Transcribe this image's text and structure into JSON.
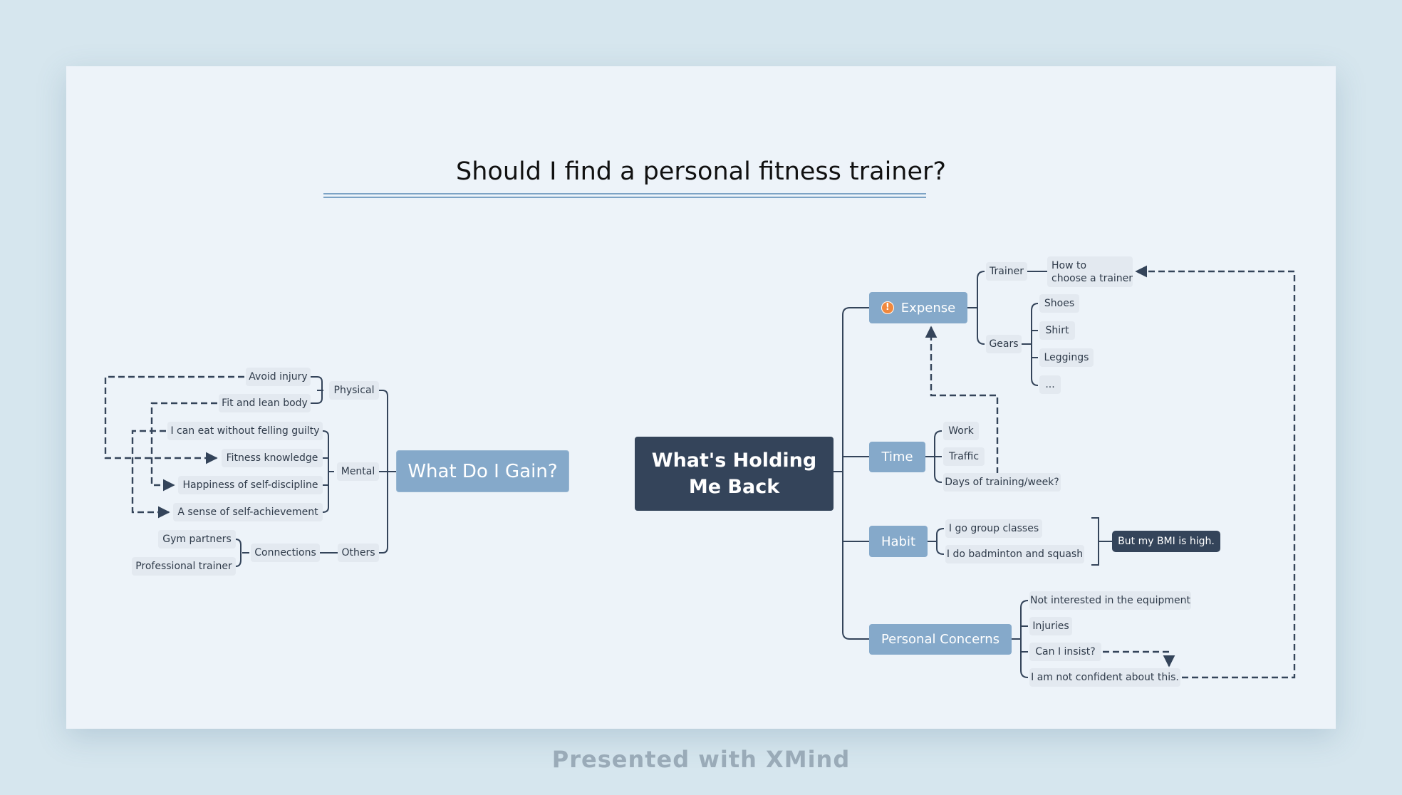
{
  "title": "Should I find a personal fitness trainer?",
  "footer": "Presented with XMind",
  "central_topic": [
    "What's Holding",
    "Me Back"
  ],
  "colors": {
    "central": "#34445a",
    "main_topic": "#85a9ca",
    "subtopic": "#e3e9f0",
    "line": "#34445a",
    "warning": "#f0883e"
  },
  "gain": {
    "label": "What Do I Gain?",
    "physical": {
      "label": "Physical",
      "items": [
        "Avoid injury",
        "Fit and lean body"
      ]
    },
    "mental": {
      "label": "Mental",
      "items": [
        "I can eat without felling guilty",
        "Fitness knowledge",
        "Happiness of self-discipline",
        "A sense of self-achievement"
      ]
    },
    "others": {
      "label": "Others",
      "connections": {
        "label": "Connections",
        "items": [
          "Gym partners",
          "Professional trainer"
        ]
      }
    }
  },
  "holding": {
    "expense": {
      "label": "Expense",
      "marker": "!",
      "marker_icon": "warning-icon",
      "trainer": {
        "label": "Trainer",
        "child": [
          "How to",
          "choose a trainer"
        ]
      },
      "gears": {
        "label": "Gears",
        "items": [
          "Shoes",
          "Shirt",
          "Leggings",
          "..."
        ]
      }
    },
    "time": {
      "label": "Time",
      "items": [
        "Work",
        "Traffic",
        "Days of training/week?"
      ]
    },
    "habit": {
      "label": "Habit",
      "items": [
        "I go group classes",
        "I do badminton and squash"
      ],
      "summary": "But my BMI is high."
    },
    "concerns": {
      "label": "Personal Concerns",
      "items": [
        "Not interested in the equipment",
        "Injuries",
        "Can I insist?",
        "I am not confident about this."
      ]
    }
  }
}
